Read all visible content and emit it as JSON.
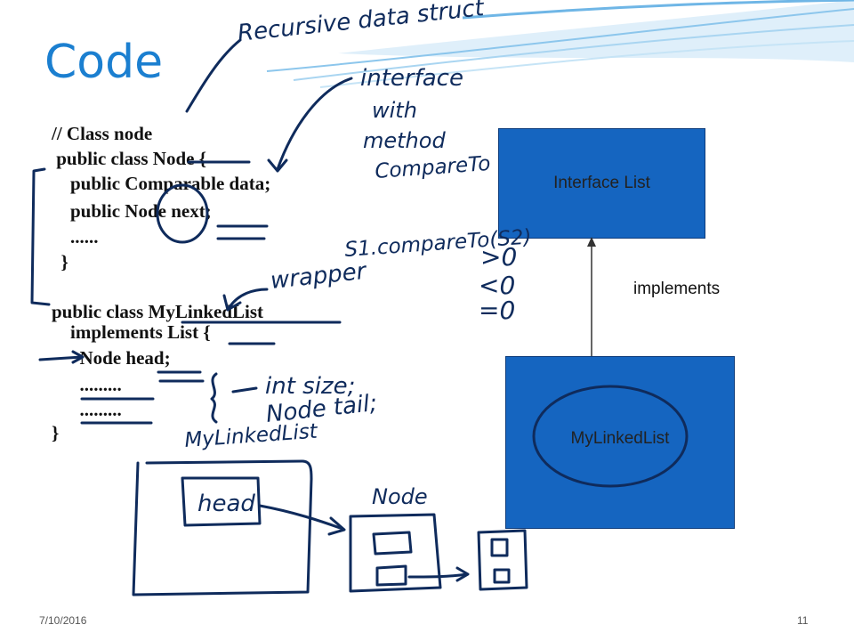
{
  "slide": {
    "title": "Code",
    "code_lines": [
      "// Class node",
      " public class Node {",
      "    public Comparable data;",
      "    public Node next;",
      "    ......",
      "  }",
      "public class MyLinkedList",
      "    implements List {",
      "      Node head;",
      "      .........",
      "      .........",
      "}"
    ],
    "diagram": {
      "interface_box": "Interface List",
      "impl_box": "MyLinkedList",
      "relation_label": "implements",
      "box_color": "#1565c0"
    },
    "annotations": {
      "recursive": "Recursive data struct",
      "interface": "interface",
      "with": "with",
      "method": "method",
      "compareto": "CompareTo",
      "compare_expr": "S1.compareTo(S2)",
      "gt0": ">0",
      "lt0": "<0",
      "eq0": "=0",
      "wrapper": "wrapper",
      "init_size": "int size;",
      "node_tail": "Node tail;",
      "mylinkedlist": "MyLinkedList",
      "head": "head",
      "node": "Node"
    },
    "footer": {
      "date": "7/10/2016",
      "page": "11"
    },
    "ink_color": "#0f2b5c",
    "accent_color": "#1b7fd0"
  }
}
